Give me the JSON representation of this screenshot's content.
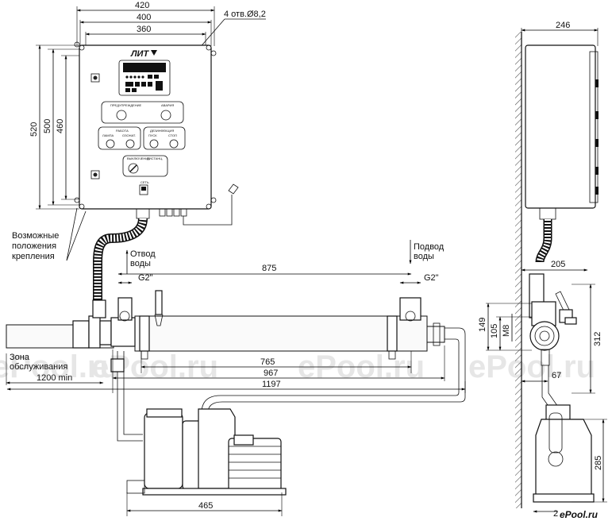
{
  "watermark": "ePool.ru",
  "corner_logo": "ePool.ru",
  "panel": {
    "brand": "ЛИТ",
    "indicators": {
      "warning": "ПРЕДУПРЕЖДЕНИЕ",
      "alarm": "АВАРИЯ",
      "work": "РАБОТА",
      "work_lamp": "ЛАМПА",
      "work_generator": "ОЗОНАТ.",
      "cleaning": "ДЕЗИНФЕКЦИЯ",
      "start": "ПУСК",
      "stop": "СТОП",
      "switch_left": "ВЫКЛЮЧЕНИЕ",
      "switch_right": "ДИСТАНЦ.",
      "network": "СЕТЬ"
    }
  },
  "dimensions": {
    "top_420": "420",
    "top_400": "400",
    "top_360": "360",
    "holes": "4 отв.Ø8,2",
    "left_520": "520",
    "left_500": "500",
    "left_460": "460",
    "side_246": "246",
    "side_205": "205",
    "side_149": "149",
    "side_105": "105",
    "side_m8": "M8",
    "side_312": "312",
    "side_67": "67",
    "side_285": "285",
    "side_bottom": "2",
    "pipe_875": "875",
    "g2_left": "G2\"",
    "g2_right": "G2\"",
    "d_765": "765",
    "d_967": "967",
    "d_1197": "1197",
    "d_1200": "1200 min",
    "d_465": "465"
  },
  "labels": {
    "mount_positions": [
      "Возможные",
      "положения",
      "крепления"
    ],
    "outlet": [
      "Отвод",
      "воды"
    ],
    "inlet": [
      "Подвод",
      "воды"
    ],
    "service_zone": [
      "Зона",
      "обслуживания"
    ]
  }
}
